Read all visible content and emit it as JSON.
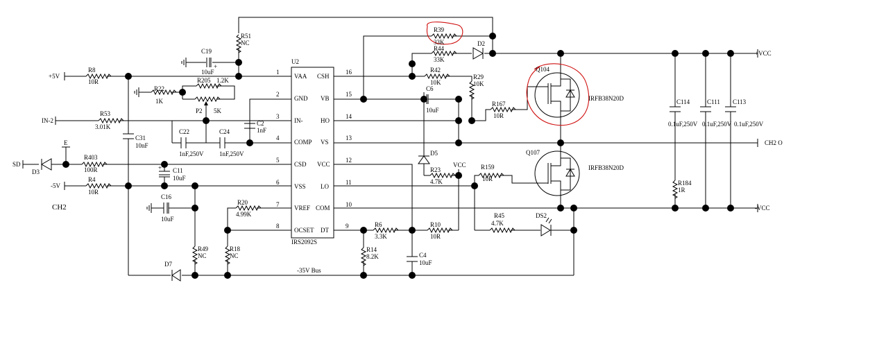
{
  "ic": {
    "ref": "U2",
    "part": "IRS2092S",
    "left_pins": [
      {
        "num": "1",
        "name": "VAA"
      },
      {
        "num": "2",
        "name": "GND"
      },
      {
        "num": "3",
        "name": "IN-"
      },
      {
        "num": "4",
        "name": "COMP"
      },
      {
        "num": "5",
        "name": "CSD"
      },
      {
        "num": "6",
        "name": "VSS"
      },
      {
        "num": "7",
        "name": "VREF"
      },
      {
        "num": "8",
        "name": "OCSET"
      }
    ],
    "right_pins": [
      {
        "num": "16",
        "name": "CSH"
      },
      {
        "num": "15",
        "name": "VB"
      },
      {
        "num": "14",
        "name": "HO"
      },
      {
        "num": "13",
        "name": "VS"
      },
      {
        "num": "12",
        "name": "VCC"
      },
      {
        "num": "11",
        "name": "LO"
      },
      {
        "num": "10",
        "name": "COM"
      },
      {
        "num": "9",
        "name": "DT"
      }
    ]
  },
  "nets": {
    "p5v": "+5V",
    "in2": "IN-2",
    "sd": "SD",
    "e": "E",
    "m5v": "-5V",
    "ch2": "CH2",
    "ch2o": "CH2 O",
    "pvcc": "+VCC",
    "mvcc": "-VCC",
    "vcc": "VCC",
    "bus35": "-35V Bus"
  },
  "parts": {
    "R51": {
      "ref": "R51",
      "val": "NC"
    },
    "C19": {
      "ref": "C19",
      "val": "10uF"
    },
    "R8": {
      "ref": "R8",
      "val": "10R"
    },
    "R22": {
      "ref": "R22",
      "val": "1K"
    },
    "R205": {
      "ref": "R205",
      "val": "1.2K"
    },
    "P2": {
      "ref": "P2",
      "val": "5K"
    },
    "R53": {
      "ref": "R53",
      "val": "3.01K"
    },
    "C2": {
      "ref": "C2",
      "val": "1nF"
    },
    "C22": {
      "ref": "C22",
      "val": "1nF,250V"
    },
    "C24": {
      "ref": "C24",
      "val": "1nF,250V"
    },
    "C31": {
      "ref": "C31",
      "val": "10nF"
    },
    "D3": {
      "ref": "D3"
    },
    "R403": {
      "ref": "R403",
      "val": "100R"
    },
    "C11": {
      "ref": "C11",
      "val": "10uF"
    },
    "R4": {
      "ref": "R4",
      "val": "10R"
    },
    "C16": {
      "ref": "C16",
      "val": "10uF"
    },
    "R20": {
      "ref": "R20",
      "val": "4.99K"
    },
    "R49": {
      "ref": "R49",
      "val": "NC"
    },
    "R18": {
      "ref": "R18",
      "val": "NC"
    },
    "D7": {
      "ref": "D7"
    },
    "R39": {
      "ref": "R39",
      "val": "33K"
    },
    "R44": {
      "ref": "R44",
      "val": "33K"
    },
    "D2": {
      "ref": "D2"
    },
    "R42": {
      "ref": "R42",
      "val": "10K"
    },
    "R29": {
      "ref": "R29",
      "val": "10K"
    },
    "C6": {
      "ref": "C6",
      "val": "10uF"
    },
    "R167": {
      "ref": "R167",
      "val": "10R"
    },
    "D5": {
      "ref": "D5"
    },
    "R23": {
      "ref": "R23",
      "val": "4.7K"
    },
    "R159": {
      "ref": "R159",
      "val": "10R"
    },
    "R6": {
      "ref": "R6",
      "val": "3.3K"
    },
    "R10": {
      "ref": "R10",
      "val": "10R"
    },
    "R14": {
      "ref": "R14",
      "val": "8.2K"
    },
    "C4": {
      "ref": "C4",
      "val": "10uF"
    },
    "R45": {
      "ref": "R45",
      "val": "4.7K"
    },
    "DS2": {
      "ref": "DS2"
    },
    "Q104": {
      "ref": "Q104",
      "part": "IRFB38N20D"
    },
    "Q107": {
      "ref": "Q107",
      "part": "IRFB38N20D"
    },
    "C114": {
      "ref": "C114",
      "val": "0.1uF,250V"
    },
    "C111": {
      "ref": "C111",
      "val": "0.1uF,250V"
    },
    "C113": {
      "ref": "C113",
      "val": "0.1uF,250V"
    },
    "R184": {
      "ref": "R184",
      "val": "1R"
    }
  },
  "markers": {
    "plus": "+"
  },
  "colors": {
    "wire": "#000000",
    "annotation": "#d01010",
    "background": "#ffffff"
  }
}
